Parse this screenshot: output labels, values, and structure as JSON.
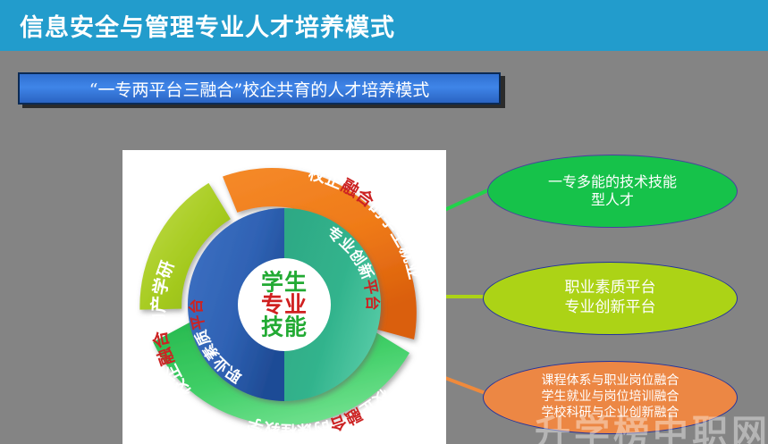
{
  "header": {
    "title": "信息安全与管理专业人才培养模式",
    "bar_color": "#229CCC"
  },
  "subtitle": {
    "text": "“一专两平台三融合”校企共育的人才培养模式",
    "fill_color": "#3f85e8",
    "border_color": "#0b2a55"
  },
  "diagram": {
    "center": {
      "line1": "学生",
      "line2": "专业",
      "line3": "技能",
      "line1_color": "#22aa33",
      "line2_color": "#d02020",
      "line3_color": "#22aa33"
    },
    "inner_ring": [
      {
        "label": "职业素质平台",
        "highlight": "平台",
        "color": "#2f62b4",
        "position": "left"
      },
      {
        "label": "专业创新平台",
        "highlight": "平台",
        "color": "#29a383",
        "position": "right"
      }
    ],
    "outer_ring": [
      {
        "label": "校企融合的产学研",
        "highlight": "融合",
        "color": "#a8cc2b",
        "position": "upper-left"
      },
      {
        "label": "校企融合的学生就业",
        "highlight": "融合",
        "color": "#f07a1e",
        "position": "upper-right"
      },
      {
        "label": "校企融合的课程教学",
        "highlight": "融合",
        "color": "#2fc255",
        "position": "bottom"
      }
    ]
  },
  "connectors": [
    {
      "name": "connector-green",
      "color": "#22d24a"
    },
    {
      "name": "connector-yellowgreen",
      "color": "#acd316"
    },
    {
      "name": "connector-orange",
      "color": "#ef8a3c"
    }
  ],
  "callouts": [
    {
      "id": "callout-1",
      "lines": [
        "一专多能的技术技能",
        "型人才"
      ],
      "fill": "#16c24a",
      "border": "#4a3fa0"
    },
    {
      "id": "callout-2",
      "lines": [
        "职业素质平台",
        "专业创新平台"
      ],
      "fill": "#acd316",
      "border": "#23339c"
    },
    {
      "id": "callout-3",
      "lines": [
        "课程体系与职业岗位融合",
        "学生就业与岗位培训融合",
        "学校科研与企业创新融合"
      ],
      "fill": "#ec8744",
      "border": "#23339c"
    }
  ],
  "watermark": {
    "text": "升学榜中职网"
  }
}
